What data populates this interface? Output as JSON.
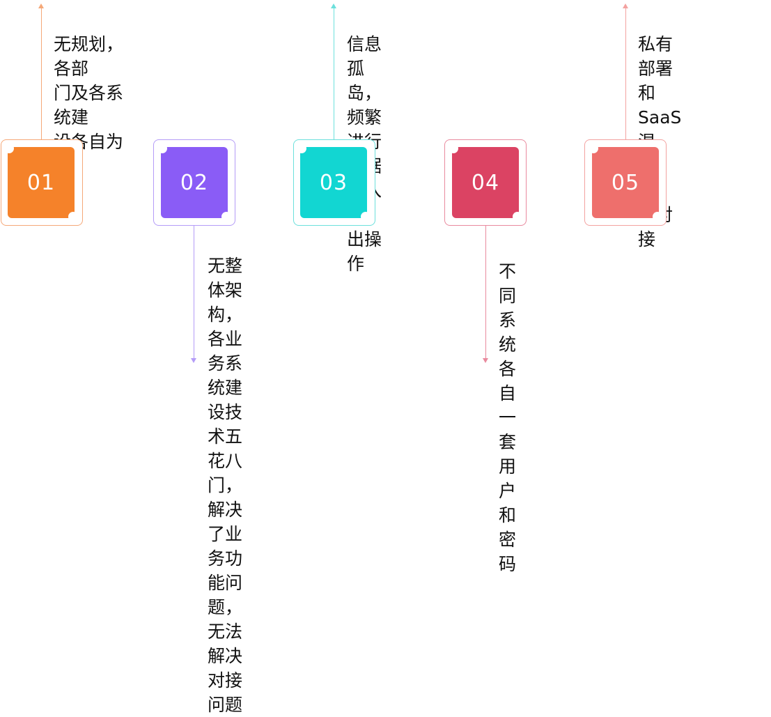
{
  "items": [
    {
      "number": "01",
      "text": "无规划，各部\n门及各系统建\n设各自为政",
      "color": "#F5822A",
      "direction": "up"
    },
    {
      "number": "02",
      "text": "无整体架构，各业\n务系统建设技术五\n花八门，解决了业\n务功能问题，无法\n解决对接问题",
      "color": "#8A5CF6",
      "direction": "down"
    },
    {
      "number": "03",
      "text": "信息孤岛，频繁\n进行数据导入导\n出操作",
      "color": "#12D6D2",
      "direction": "up"
    },
    {
      "number": "04",
      "text": "不同系统各自一\n套用户和密码",
      "color": "#DB4363",
      "direction": "down"
    },
    {
      "number": "05",
      "text": "私有部署和\nSaaS混合，很\n难对接",
      "color": "#EE6F6C",
      "direction": "up"
    }
  ]
}
